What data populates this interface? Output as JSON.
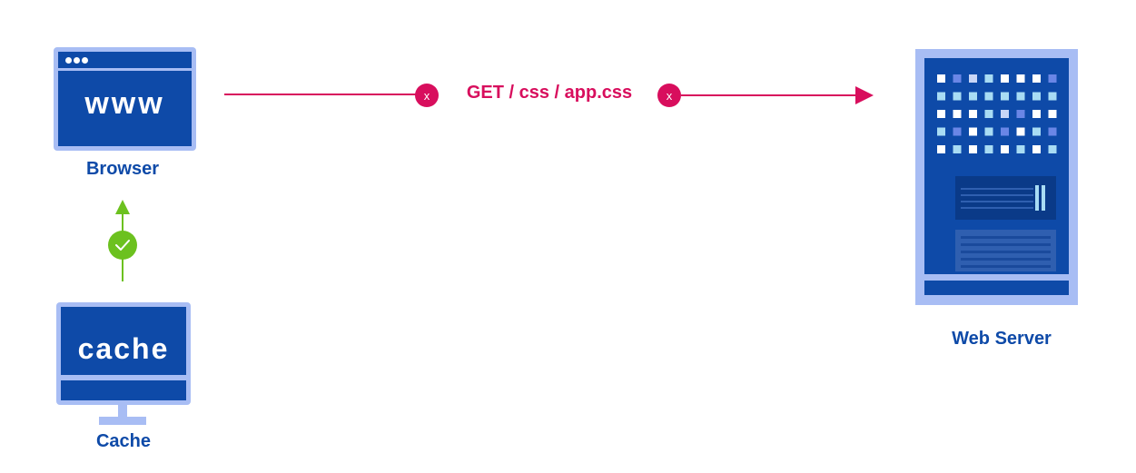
{
  "nodes": {
    "browser": {
      "label": "Browser",
      "screen_text": "www"
    },
    "cache": {
      "label": "Cache",
      "screen_text": "cache"
    },
    "server": {
      "label": "Web Server"
    }
  },
  "request": {
    "text": "GET / css / app.css",
    "blocked_marker": "x"
  },
  "colors": {
    "primary": "#0e4aa8",
    "light": "#a8bdf4",
    "request": "#d80e5d",
    "success": "#6cc11f"
  }
}
